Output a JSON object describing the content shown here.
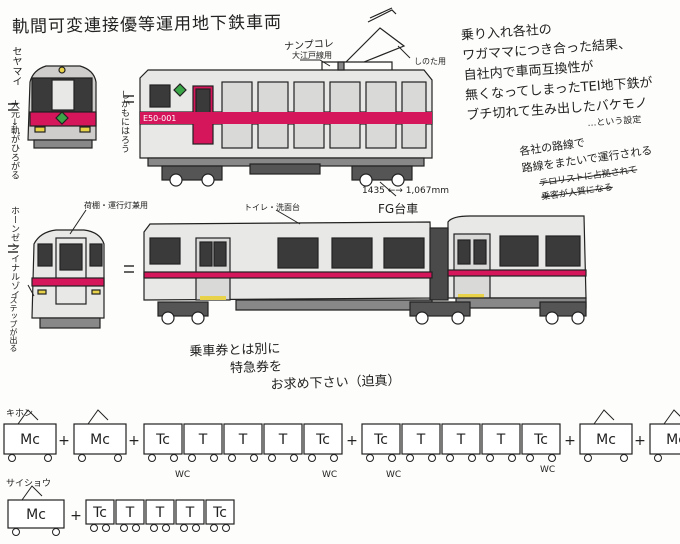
{
  "title": "軌間可変連接優等運用地下鉄車両",
  "subtitle": "ナンプコレ",
  "labels": {
    "front_name": "セヤマイ",
    "front_side_note": "大元→軌がひろがる",
    "side_note_left": "しかもにはろう",
    "pantograph_note": "大江戸線用",
    "collector_note": "しのた用",
    "car_number": "E50-001",
    "gauge_note": "1435 ←→ 1,067mm",
    "bogie_note": "FG台車",
    "emergency_door_note": "荷棚・運行灯兼用",
    "toilet_note": "トイレ・洗面台",
    "rear_name": "ホーンゼン イナルゾイ",
    "step_note": "ステップが出る"
  },
  "notes": {
    "main": [
      "乗り入れ各社の",
      "ワガママにつき合った結果、",
      "自社内で車両互換性が",
      "無くなってしまったTEI地下鉄が",
      "ブチ切れて生み出したバケモノ",
      "…という設定"
    ],
    "service": [
      "各社の路線で",
      "路線をまたいで運行される"
    ],
    "struck": [
      "テロリストに占拠されて",
      "乗客が人質になる"
    ],
    "ticket": [
      "乗車券とは別に",
      "特急券を",
      "お求め下さい（迫真）"
    ]
  },
  "formations": {
    "basic_label": "キホン",
    "short_label": "サイショウ",
    "row1": [
      "Mc",
      "Mc",
      "Tc",
      "T",
      "T",
      "T",
      "Tc",
      "Tc",
      "T",
      "T",
      "T",
      "Tc",
      "Mc",
      "Mc"
    ],
    "row2": [
      "Mc",
      "Tc",
      "T",
      "T",
      "T",
      "Tc"
    ],
    "wc_label": "WC"
  },
  "colors": {
    "body": "#e8e8e6",
    "stripe": "#d5165b",
    "window": "#3a3a3a",
    "lamp": "#e8d24a",
    "green": "#3aa648"
  }
}
